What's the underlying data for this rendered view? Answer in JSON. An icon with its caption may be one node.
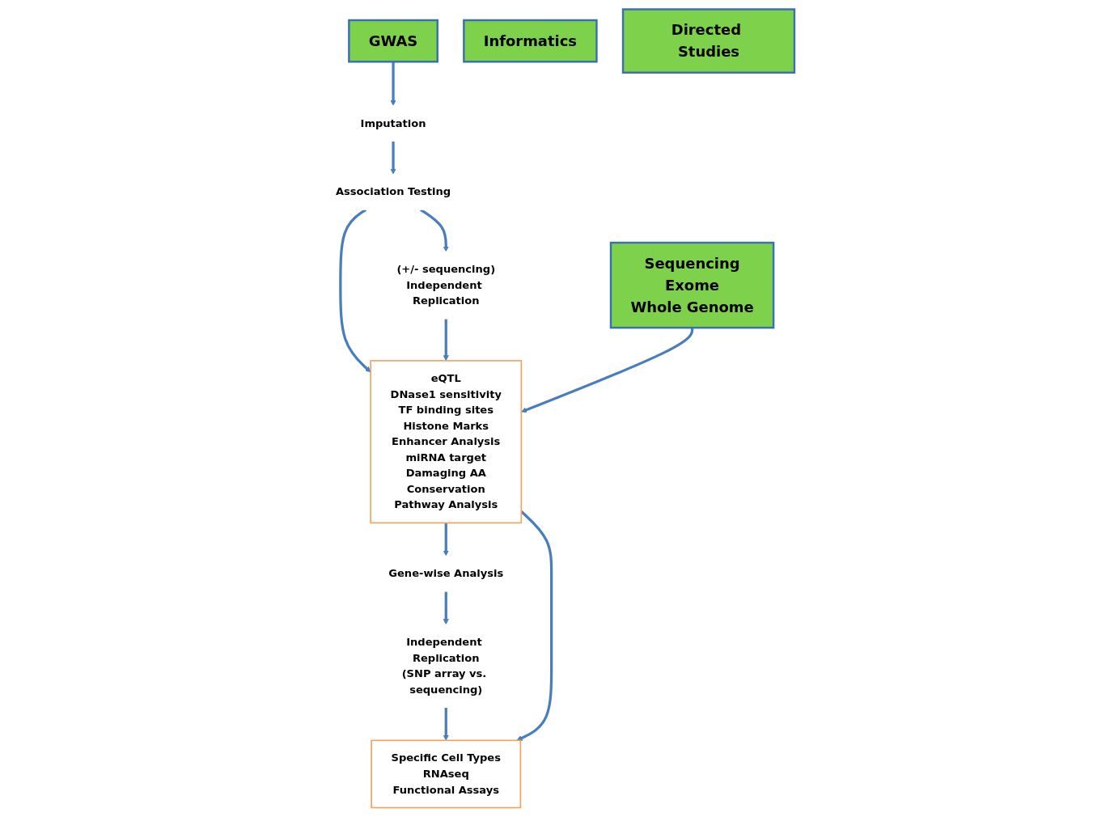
{
  "diagram": {
    "nodes": [
      {
        "text": [
          "GWAS"
        ]
      },
      {
        "text": [
          "Imputation"
        ]
      },
      {
        "text": [
          "Association Testing"
        ]
      },
      {
        "text": [
          "(+/- sequencing)",
          "Independent Replication"
        ]
      },
      {
        "text": [
          "Sequencing",
          "Exome",
          "Whole Genome"
        ]
      },
      {
        "text": [
          "Gene-wise Analysis"
        ]
      },
      {
        "text": [
          "Independent Replication",
          "(SNP array vs. sequencing)"
        ]
      },
      {
        "text": [
          "Informatics"
        ]
      },
      {
        "text": [
          "eQTL",
          "DNase1 sensitivity",
          "TF binding sites",
          "Histone Marks",
          "Enhancer Analysis",
          "miRNA target",
          "Damaging AA",
          "Conservation",
          "Pathway Analysis"
        ]
      },
      {
        "text": [
          "Directed Studies"
        ]
      },
      {
        "text": [
          "Specific Cell Types",
          "RNAseq",
          "Functional Assays"
        ]
      }
    ],
    "edges": [
      {
        "from": 0,
        "to": 1,
        "arrow": "to"
      },
      {
        "from": 1,
        "to": 2,
        "arrow": "to"
      },
      {
        "from": 2,
        "to": 3,
        "arrow": "to"
      },
      {
        "from": 2,
        "to": 8,
        "arrow": "to"
      },
      {
        "from": 3,
        "to": 8,
        "arrow": "to"
      },
      {
        "from": 4,
        "to": 8,
        "arrow": "to"
      },
      {
        "from": 8,
        "to": 5,
        "arrow": "to"
      },
      {
        "from": 5,
        "to": 6,
        "arrow": "to"
      },
      {
        "from": 6,
        "to": 10,
        "arrow": "to"
      },
      {
        "from": 8,
        "to": 10,
        "arrow": "to"
      }
    ]
  }
}
